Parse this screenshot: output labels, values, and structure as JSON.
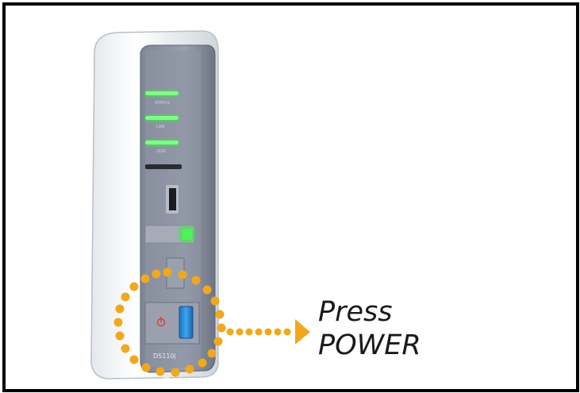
{
  "device": {
    "led_labels": [
      "STATUS",
      "LAN",
      "DISK"
    ],
    "model_label": "DS110j"
  },
  "instruction": {
    "line1": "Press",
    "line2": "POWER"
  },
  "colors": {
    "highlight_dots": "#f0a81c",
    "arrow": "#f0a81c",
    "led_green": "#3ee84a",
    "power_button_blue": "#2a8fd6",
    "power_symbol_red": "#e23b3b"
  },
  "icons": {
    "power_symbol": "power-icon",
    "pointer_arrow": "arrow-right-icon"
  }
}
